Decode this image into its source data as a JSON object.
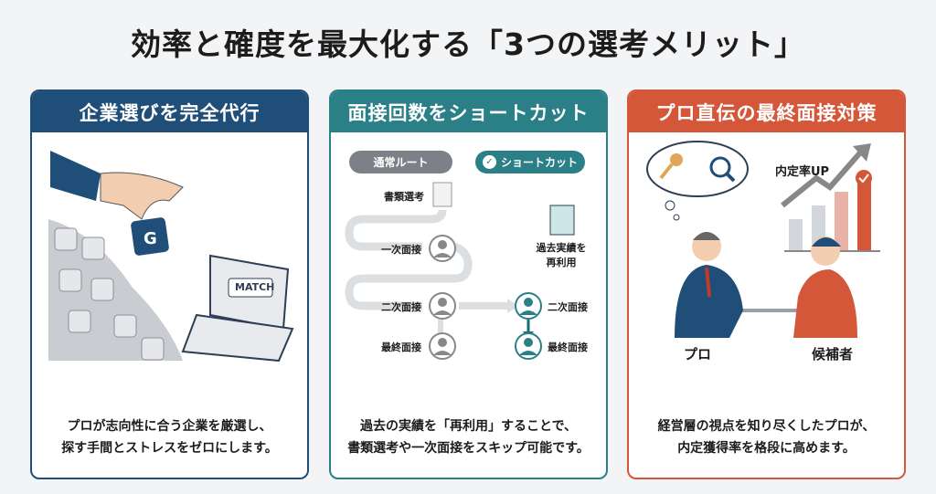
{
  "title": "効率と確度を最大化する「3つの選考メリット」",
  "panels": [
    {
      "heading": "企業選びを完全代行",
      "badge": "MATCH",
      "desc": [
        "プロが志向性に合う企業を厳選し、",
        "探す手間とストレスをゼロにします。"
      ]
    },
    {
      "heading": "面接回数をショートカット",
      "normal_route": "通常ルート",
      "shortcut": "ショートカット",
      "steps": {
        "doc": "書類選考",
        "first": "一次面接",
        "second": "二次面接",
        "final": "最終面接",
        "second_s": "二次面接",
        "final_s": "最終面接"
      },
      "reuse": [
        "過去実績を",
        "再利用"
      ],
      "desc": [
        "過去の実績を「再利用」することで、",
        "書類選考や一次面接をスキップ可能です。"
      ]
    },
    {
      "heading": "プロ直伝の最終面接対策",
      "rate_up": "内定率UP",
      "pro": "プロ",
      "candidate": "候補者",
      "desc": [
        "経営層の視点を知り尽くしたプロが、",
        "内定獲得率を格段に高めます。"
      ]
    }
  ],
  "colors": {
    "navy": "#1f4e79",
    "teal": "#2b8088",
    "orange": "#d4573a"
  }
}
